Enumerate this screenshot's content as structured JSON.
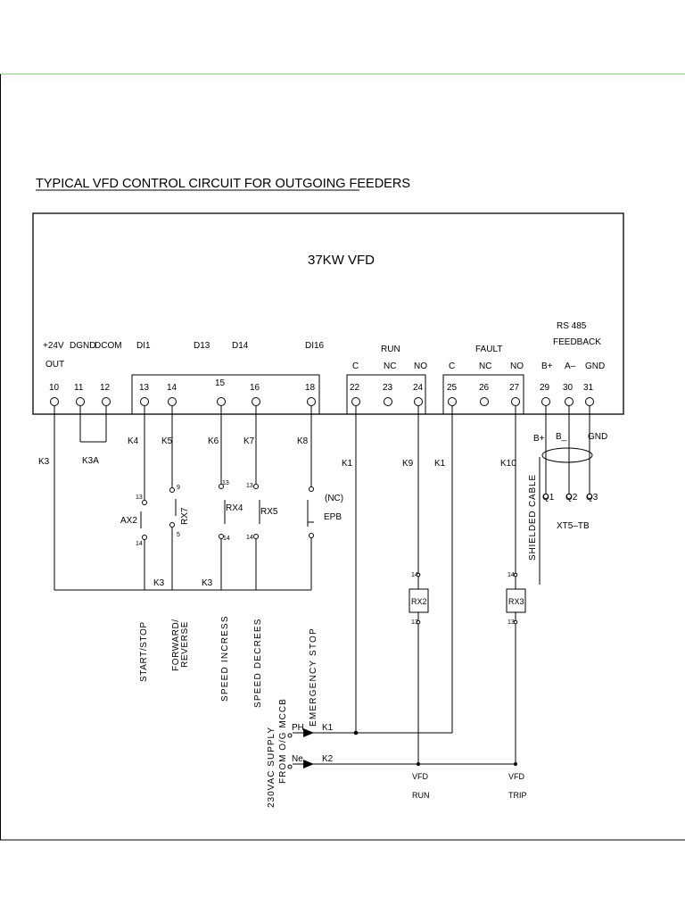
{
  "page": {
    "frame_color": "#7cc97c",
    "line_color": "#000000"
  },
  "title": "TYPICAL VFD CONTROL CIRCUIT FOR OUTGOING FEEDERS",
  "vfd_label": "37KW VFD",
  "groups": {
    "plus24v_line1": "+24V",
    "plus24v_line2": "OUT",
    "dgnd": "DGND",
    "dcom": "DCOM",
    "di1": "DI1",
    "d13": "D13",
    "d14": "D14",
    "di16": "DI16",
    "run": "RUN",
    "fault": "FAULT",
    "rs485_line1": "RS 485",
    "rs485_line2": "FEEDBACK"
  },
  "sublabels": {
    "run_c": "C",
    "run_nc": "NC",
    "run_no": "NO",
    "fault_c": "C",
    "fault_nc": "NC",
    "fault_no": "NO",
    "bplus": "B+",
    "aminus": "A–",
    "gnd": "GND"
  },
  "terminals": [
    "10",
    "11",
    "12",
    "13",
    "14",
    "15",
    "16",
    "18",
    "22",
    "23",
    "24",
    "25",
    "26",
    "27",
    "29",
    "30",
    "31"
  ],
  "wires": {
    "k3_left": "K3",
    "k3a": "K3A",
    "k4": "K4",
    "k5": "K5",
    "k6": "K6",
    "k7": "K7",
    "k8": "K8",
    "k1_a": "K1",
    "k9": "K9",
    "k1_b": "K1",
    "k10": "K10",
    "k3_bottom_a": "K3",
    "k3_bottom_b": "K3",
    "k1_supply": "K1",
    "k2_supply": "K2"
  },
  "contacts": {
    "ax2": "AX2",
    "rx7": "RX7",
    "rx4": "RX4",
    "rx5": "RX5",
    "epb": "EPB",
    "epb_nc": "(NC)",
    "pin13": "13",
    "pin14": "14",
    "pin9": "9",
    "pin5": "5"
  },
  "relays": {
    "rx2": "RX2",
    "rx3": "RX3",
    "pin14": "14",
    "pin13": "13"
  },
  "feedback": {
    "bplus": "B+",
    "bminus": "B_",
    "gnd": "GND",
    "q1": "Q1",
    "q2": "Q2",
    "q3": "Q3",
    "xt5": "XT5–TB",
    "shielded": "SHIELDED CABLE"
  },
  "functions": {
    "start_stop": "START/STOP",
    "fwd_line1": "FORWARD/",
    "fwd_line2": "REVERSE",
    "speed_inc": "SPEED INCRESS",
    "speed_dec": "SPEED DECREES",
    "estop": "EMERGENCY STOP"
  },
  "supply": {
    "line1": "230VAC SUPPLY",
    "line2": "FROM O/G MCCB",
    "ph": "PH",
    "ne": "Ne"
  },
  "outputs": {
    "vfd_run_1": "VFD",
    "vfd_run_2": "RUN",
    "vfd_trip_1": "VFD",
    "vfd_trip_2": "TRIP"
  }
}
